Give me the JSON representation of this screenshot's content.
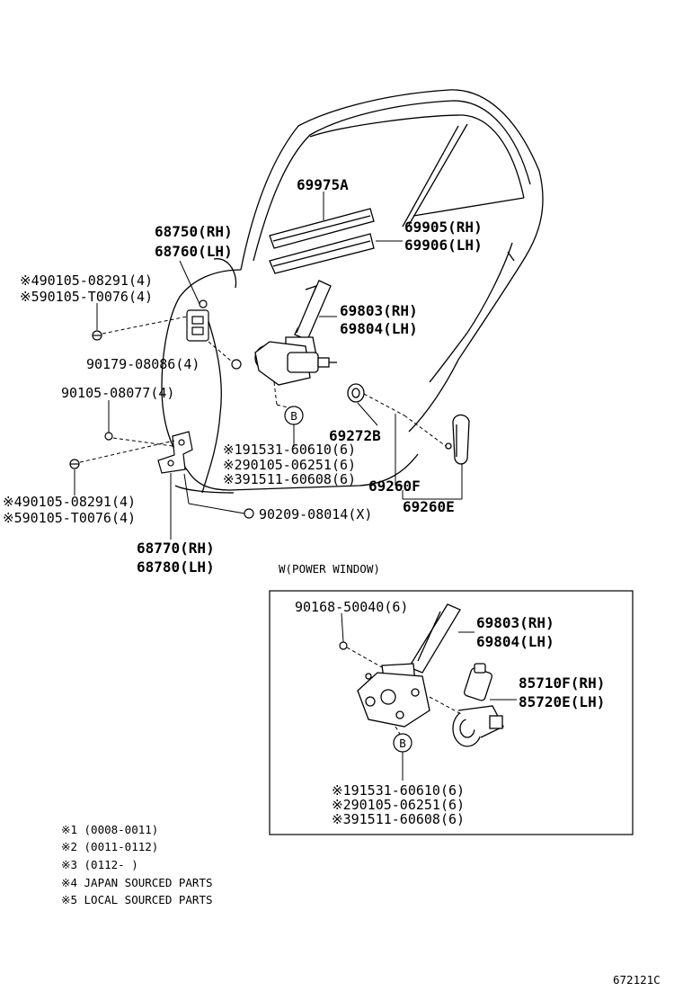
{
  "diagram_id": "672121C",
  "upper": {
    "door_glass_run": "69975A",
    "belt_weatherstrip_rh": "69905(RH)",
    "belt_weatherstrip_lh": "69906(LH)",
    "hinge_upper_rh": "68750(RH)",
    "hinge_upper_lh": "68760(LH)",
    "bolt_a_1": "※490105-08291(4)",
    "bolt_a_2": "※590105-T0076(4)",
    "regulator_rh": "69803(RH)",
    "regulator_lh": "69804(LH)",
    "nut_1": "90179-08086(4)",
    "bolt_b": "90105-08077(4)",
    "handle_bezel": "69272B",
    "ref_b_1": "※191531-60610(6)",
    "ref_b_2": "※290105-06251(6)",
    "ref_b_3": "※391511-60608(6)",
    "handle_f": "69260F",
    "handle_e": "69260E",
    "bolt_c_1": "※490105-08291(4)",
    "bolt_c_2": "※590105-T0076(4)",
    "washer": "90209-08014(X)",
    "hinge_lower_rh": "68770(RH)",
    "hinge_lower_lh": "68780(LH)",
    "circle_ref": "B"
  },
  "power_window": {
    "title": "W(POWER WINDOW)",
    "bolt": "90168-50040(6)",
    "regulator_rh": "69803(RH)",
    "regulator_lh": "69804(LH)",
    "motor_rh": "85710F(RH)",
    "motor_lh": "85720E(LH)",
    "ref_b_1": "※191531-60610(6)",
    "ref_b_2": "※290105-06251(6)",
    "ref_b_3": "※391511-60608(6)",
    "circle_ref": "B"
  },
  "legend": [
    "※1 (0008-0011)",
    "※2 (0011-0112)",
    "※3 (0112-     )",
    "※4 JAPAN SOURCED PARTS",
    "※5 LOCAL SOURCED PARTS"
  ]
}
